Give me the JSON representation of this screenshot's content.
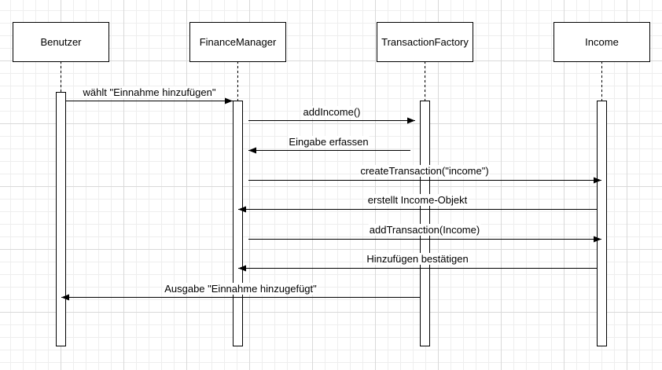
{
  "participants": [
    {
      "id": "benutzer",
      "label": "Benutzer"
    },
    {
      "id": "financemanager",
      "label": "FinanceManager"
    },
    {
      "id": "transactionfactory",
      "label": "TransactionFactory"
    },
    {
      "id": "income",
      "label": "Income"
    }
  ],
  "messages": [
    {
      "from": "benutzer",
      "to": "financemanager",
      "label": "wählt \"Einnahme hinzufügen\""
    },
    {
      "from": "financemanager",
      "to": "transactionfactory",
      "label": "addIncome()"
    },
    {
      "from": "transactionfactory",
      "to": "financemanager",
      "label": "Eingabe erfassen"
    },
    {
      "from": "financemanager",
      "to": "income",
      "label": "createTransaction(\"income\")"
    },
    {
      "from": "income",
      "to": "financemanager",
      "label": "erstellt Income-Objekt"
    },
    {
      "from": "financemanager",
      "to": "income",
      "label": "addTransaction(Income)"
    },
    {
      "from": "income",
      "to": "financemanager",
      "label": "Hinzufügen bestätigen"
    },
    {
      "from": "transactionfactory",
      "to": "benutzer",
      "label": "Ausgabe \"Einnahme hinzugefügt\""
    }
  ]
}
